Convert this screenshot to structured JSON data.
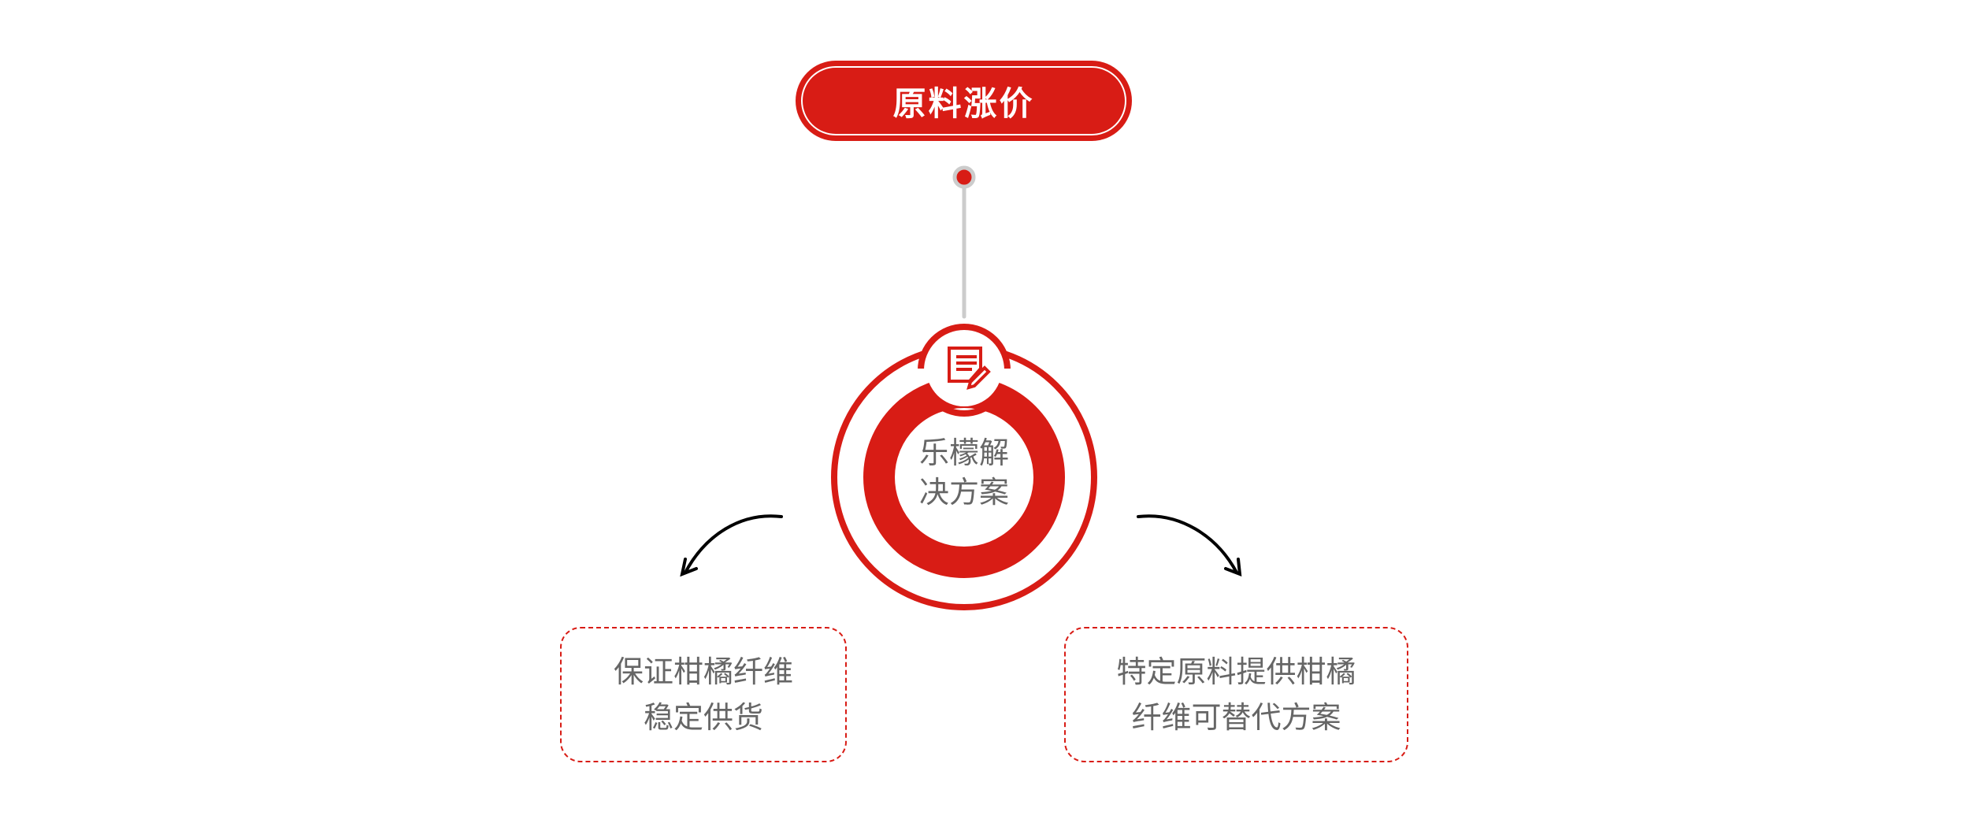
{
  "title": "原料涨价",
  "center": {
    "line1": "乐檬解",
    "line2": "决方案",
    "icon": "document-edit-icon"
  },
  "branches": [
    {
      "line1": "保证柑橘纤维",
      "line2": "稳定供货"
    },
    {
      "line1": "特定原料提供柑橘",
      "line2": "纤维可替代方案"
    }
  ],
  "colors": {
    "accent": "#d81c15",
    "text": "#666666",
    "connector": "#cccccc"
  }
}
